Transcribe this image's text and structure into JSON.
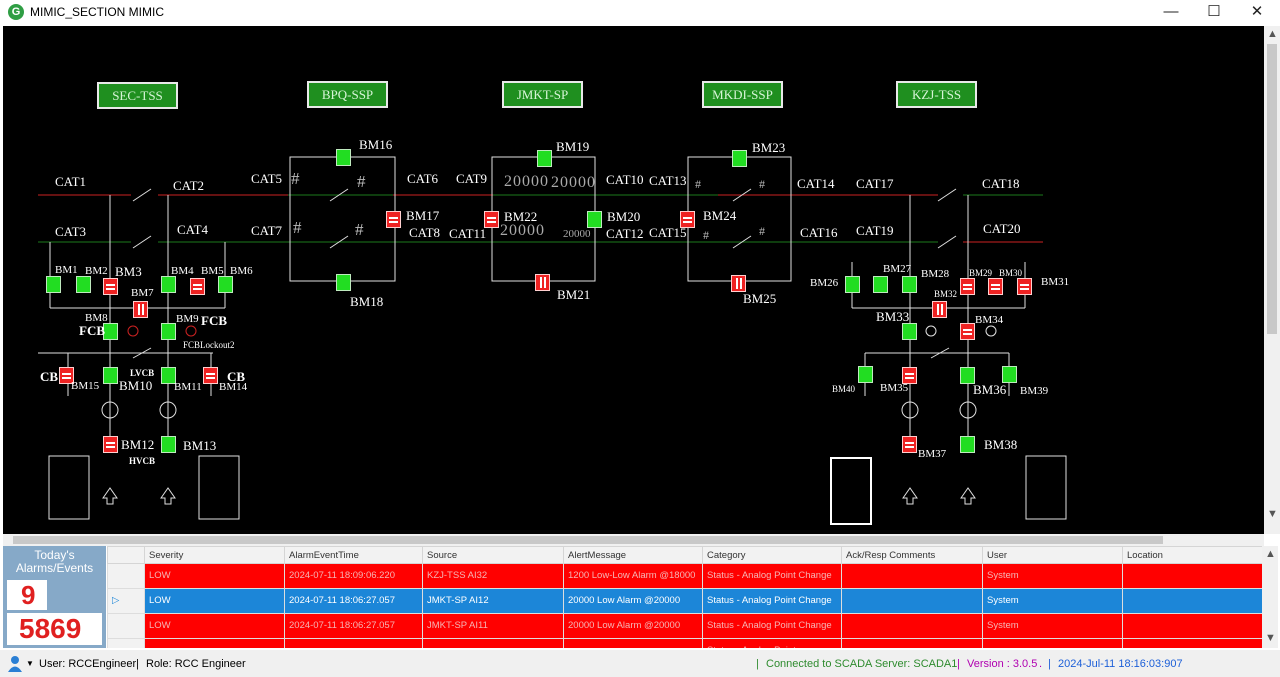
{
  "window": {
    "title": "MIMIC_SECTION MIMIC",
    "minimize": "—",
    "maximize": "☐",
    "close": "✕"
  },
  "substations": [
    "SEC-TSS",
    "BPQ-SSP",
    "JMKT-SP",
    "MKDI-SSP",
    "KZJ-TSS"
  ],
  "cat_labels": {
    "CAT1": "CAT1",
    "CAT2": "CAT2",
    "CAT3": "CAT3",
    "CAT4": "CAT4",
    "CAT5": "CAT5",
    "CAT6": "CAT6",
    "CAT7": "CAT7",
    "CAT8": "CAT8",
    "CAT9": "CAT9",
    "CAT10": "CAT10",
    "CAT11": "CAT11",
    "CAT12": "CAT12",
    "CAT13": "CAT13",
    "CAT14": "CAT14",
    "CAT15": "CAT15",
    "CAT16": "CAT16",
    "CAT17": "CAT17",
    "CAT18": "CAT18",
    "CAT19": "CAT19",
    "CAT20": "CAT20"
  },
  "bm_labels": {
    "BM1": "BM1",
    "BM2": "BM2",
    "BM3": "BM3",
    "BM4": "BM4",
    "BM5": "BM5",
    "BM6": "BM6",
    "BM7": "BM7",
    "BM8": "BM8",
    "BM9": "BM9",
    "BM10": "BM10",
    "BM11": "BM11",
    "BM12": "BM12",
    "BM13": "BM13",
    "BM14": "BM14",
    "BM15": "BM15",
    "BM16": "BM16",
    "BM17": "BM17",
    "BM18": "BM18",
    "BM19": "BM19",
    "BM20": "BM20",
    "BM21": "BM21",
    "BM22": "BM22",
    "BM23": "BM23",
    "BM24": "BM24",
    "BM25": "BM25",
    "BM26": "BM26",
    "BM27": "BM27",
    "BM28": "BM28",
    "BM29": "BM29",
    "BM30": "BM30",
    "BM31": "BM31",
    "BM32": "BM32",
    "BM33": "BM33",
    "BM34": "BM34",
    "BM35": "BM35",
    "BM36": "BM36",
    "BM37": "BM37",
    "BM38": "BM38",
    "BM39": "BM39",
    "BM40": "BM40"
  },
  "misc_labels": {
    "fcb": "FCB",
    "cb": "CB",
    "lvcb": "LVCB",
    "hvcb": "HVCB",
    "fcb_lockout": "FCBLockout2",
    "hash": "#",
    "val_big": "20000",
    "val_small": "20000"
  },
  "alarm_summary": {
    "title_line1": "Today's",
    "title_line2": "Alarms/Events",
    "alarms": "9",
    "events": "5869"
  },
  "alarm_table": {
    "columns": [
      "Severity",
      "AlarmEventTime",
      "Source",
      "AlertMessage",
      "Category",
      "Ack/Resp Comments",
      "User",
      "Location"
    ],
    "rows": [
      {
        "marker": "",
        "severity": "LOW",
        "time": "2024-07-11 18:09:06.220",
        "source": "KZJ-TSS AI32",
        "message": "1200 Low-Low Alarm @18000",
        "category": "Status - Analog Point Change",
        "ack": "",
        "user": "System",
        "location": ""
      },
      {
        "marker": "▷",
        "severity": "LOW",
        "time": "2024-07-11 18:06:27.057",
        "source": "JMKT-SP AI12",
        "message": "20000 Low Alarm @20000",
        "category": "Status - Analog Point Change",
        "ack": "",
        "user": "System",
        "location": ""
      },
      {
        "marker": "",
        "severity": "LOW",
        "time": "2024-07-11 18:06:27.057",
        "source": "JMKT-SP AI11",
        "message": "20000 Low Alarm @20000",
        "category": "Status - Analog Point Change",
        "ack": "",
        "user": "System",
        "location": ""
      },
      {
        "marker": "",
        "severity": "",
        "time": "",
        "source": "",
        "message": "",
        "category": "Status - Analog Point",
        "ack": "",
        "user": "",
        "location": ""
      }
    ]
  },
  "statusbar": {
    "user": "User: RCCEngineer",
    "role": "Role: RCC Engineer",
    "connected": "Connected to SCADA Server: SCADA1",
    "version": "Version : 3.0.5",
    "datetime": "2024-Jul-11 18:16:03:907",
    "sep": "|",
    "dot": "."
  },
  "colors": {
    "feeder_red": "#cc2222",
    "feeder_green": "#1c7a1c",
    "alarm_red": "#ff0000",
    "selected_blue": "#1c86d8",
    "status_green": "#2e8b2e",
    "status_magenta": "#b000b0",
    "status_blue": "#1c5fd8"
  }
}
